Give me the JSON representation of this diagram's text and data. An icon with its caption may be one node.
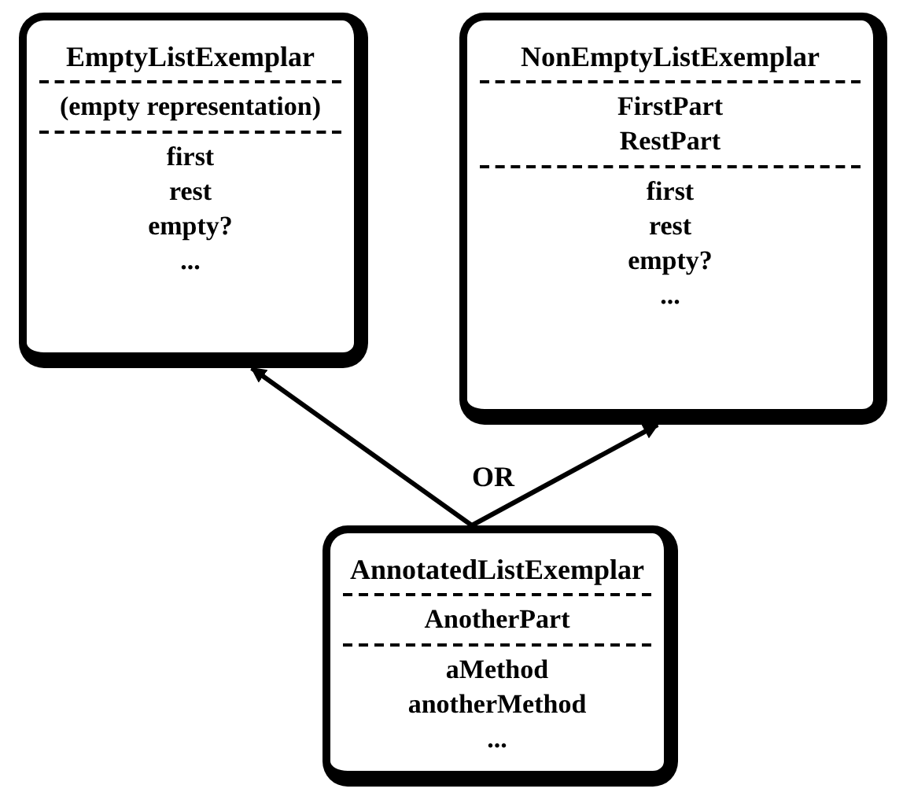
{
  "diagram": {
    "nodes": [
      {
        "text": [
          "EmptyListExemplar",
          "(empty representation)",
          "first",
          "rest",
          "empty?",
          "..."
        ]
      },
      {
        "text": [
          "NonEmptyListExemplar",
          "FirstPart",
          "RestPart",
          "first",
          "rest",
          "empty?",
          "..."
        ]
      },
      {
        "text": [
          "AnnotatedListExemplar",
          "AnotherPart",
          "aMethod",
          "anotherMethod",
          "..."
        ]
      }
    ],
    "edges": [
      {
        "from": 2,
        "to": 0,
        "arrow": "to"
      },
      {
        "from": 2,
        "to": 1,
        "arrow": "to"
      }
    ],
    "labels": [
      "OR"
    ]
  }
}
